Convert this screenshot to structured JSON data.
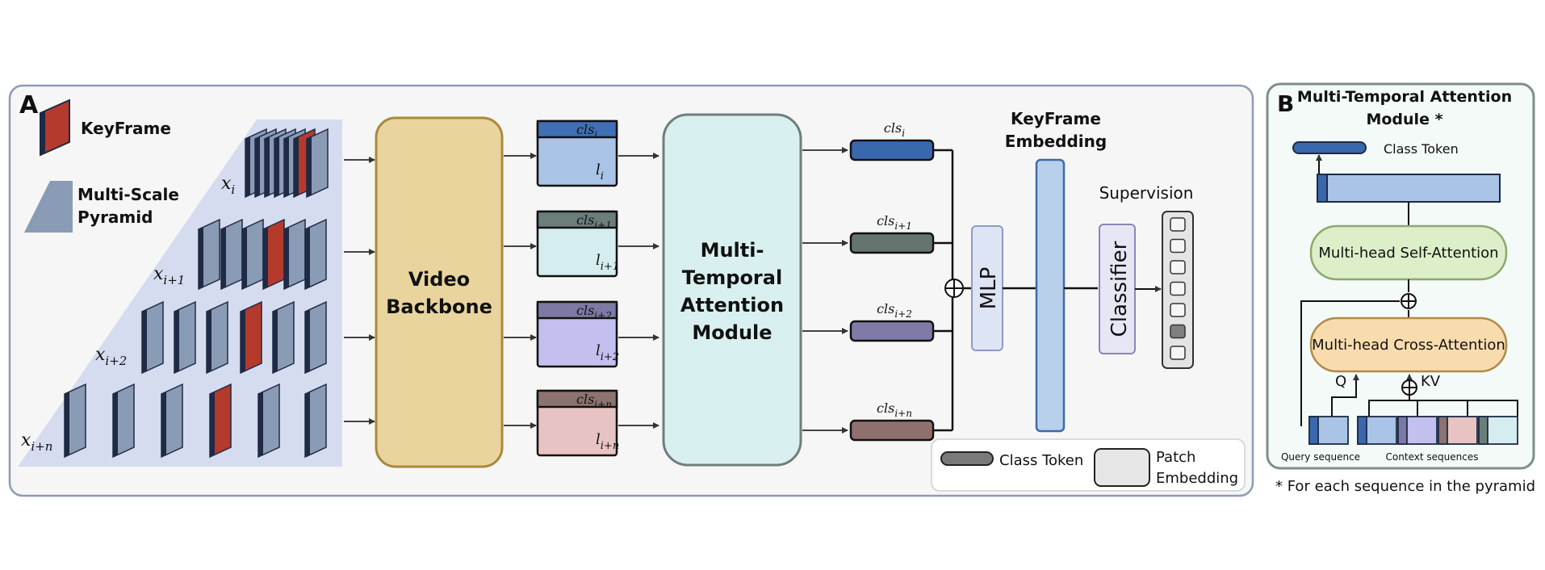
{
  "panel_a": {
    "letter": "A",
    "legend": {
      "keyframe": "KeyFrame",
      "pyramid_line1": "Multi-Scale",
      "pyramid_line2": "Pyramid"
    },
    "row_labels": [
      {
        "base": "x",
        "sub": "i"
      },
      {
        "base": "x",
        "sub": "i+1"
      },
      {
        "base": "x",
        "sub": "i+2"
      },
      {
        "base": "x",
        "sub": "i+n"
      }
    ],
    "video_backbone": {
      "line1": "Video",
      "line2": "Backbone"
    },
    "tokens": [
      {
        "cls_sub": "i",
        "l_sub": "i",
        "head": "#3f6fb5",
        "body": "#a9c4e6"
      },
      {
        "cls_sub": "i+1",
        "l_sub": "i+1",
        "head": "#6b7e7b",
        "body": "#d5edee"
      },
      {
        "cls_sub": "i+2",
        "l_sub": "i+2",
        "head": "#7c7aa4",
        "body": "#c3c0ef"
      },
      {
        "cls_sub": "i+n",
        "l_sub": "i+n",
        "head": "#8c7270",
        "body": "#e7c4c3"
      }
    ],
    "token_base": {
      "cls": "cls",
      "l": "l"
    },
    "mtam": {
      "line1": "Multi-",
      "line2": "Temporal",
      "line3": "Attention",
      "line4": "Module"
    },
    "cls_outputs": [
      {
        "sub": "i",
        "color": "#3a68ad"
      },
      {
        "sub": "i+1",
        "color": "#65746f"
      },
      {
        "sub": "i+2",
        "color": "#7e7ba6"
      },
      {
        "sub": "i+n",
        "color": "#8f706f"
      }
    ],
    "mlp": "MLP",
    "keyframe_embedding": {
      "line1": "KeyFrame",
      "line2": "Embedding"
    },
    "classifier": "Classifier",
    "supervision": "Supervision",
    "legend_bottom": {
      "class_token": "Class Token",
      "patch_line1": "Patch",
      "patch_line2": "Embedding"
    }
  },
  "panel_b": {
    "letter": "B",
    "title_line1": "Multi-Temporal Attention",
    "title_line2": "Module *",
    "class_token": "Class Token",
    "self_attention": "Multi-head Self-Attention",
    "cross_attention": "Multi-head Cross-Attention",
    "q_label": "Q",
    "kv_label": "KV",
    "query_sequence": "Query sequence",
    "context_sequences": "Context sequences",
    "footnote": "* For each sequence in the pyramid"
  },
  "colors": {
    "keyframe_red": "#b43a2c",
    "frame_blue": "#8a9bb5",
    "backbone_fill": "#e9d49e",
    "backbone_stroke": "#a98a3a",
    "mtam_fill": "#d8f0ef",
    "mlp_fill": "#dde4f4",
    "embedding_fill": "#b9d0ea",
    "self_attn_fill": "#dcefc8",
    "cross_attn_fill": "#f9dcae"
  }
}
